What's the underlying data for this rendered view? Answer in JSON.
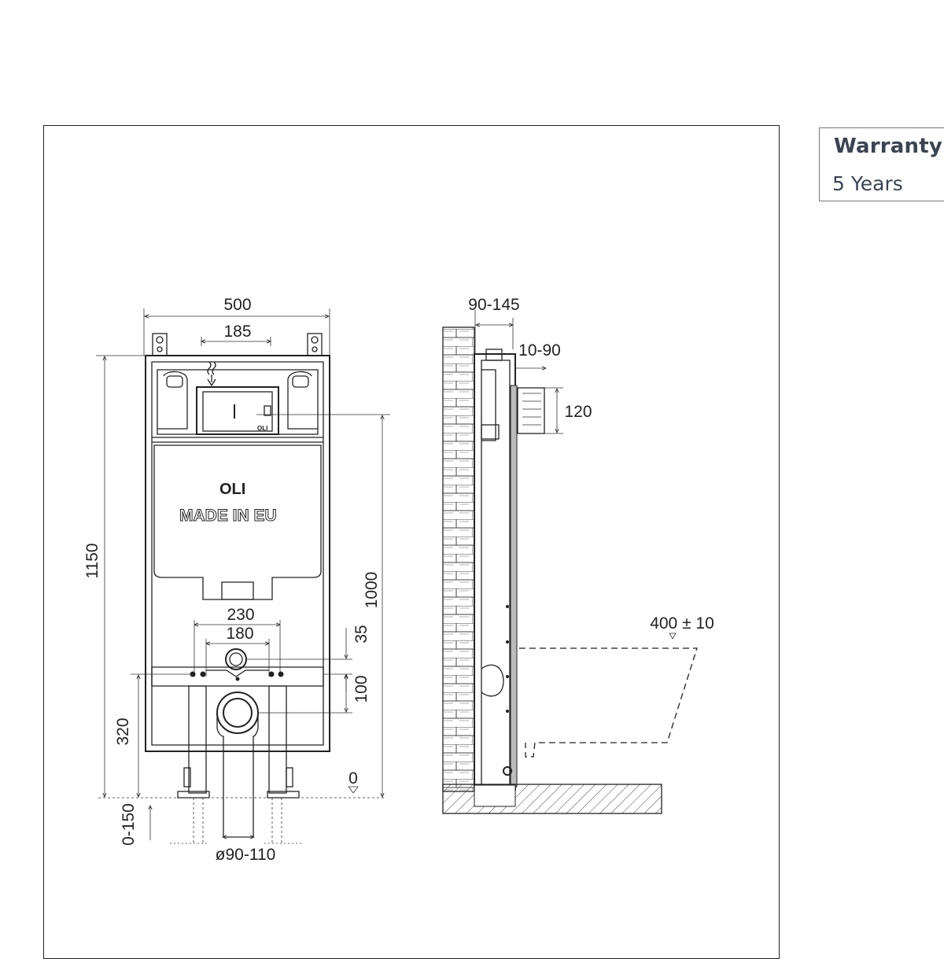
{
  "warranty": {
    "title": "Warranty:",
    "value": "5 Years"
  },
  "front_view": {
    "brand_top": "OLI",
    "brand_main": "OLI",
    "made_in": "MADE IN EU",
    "dims": {
      "width": "500",
      "bracket_spacing": "185",
      "height": "1150",
      "frame_height": "1000",
      "outlet_width": "230",
      "outlet_spacing": "180",
      "inlet_offset": "35",
      "outlet_offset": "100",
      "outlet_height": "320",
      "floor_adjust": "0-150",
      "pipe_diameter": "ø90-110",
      "floor_level": "0"
    }
  },
  "side_view": {
    "dims": {
      "wall_depth": "90-145",
      "frame_depth": "10-90",
      "flush_height": "120",
      "bowl_height": "400 ± 10"
    }
  },
  "colors": {
    "line": "#222222",
    "text": "#3a4452",
    "frame_border": "#222222"
  }
}
